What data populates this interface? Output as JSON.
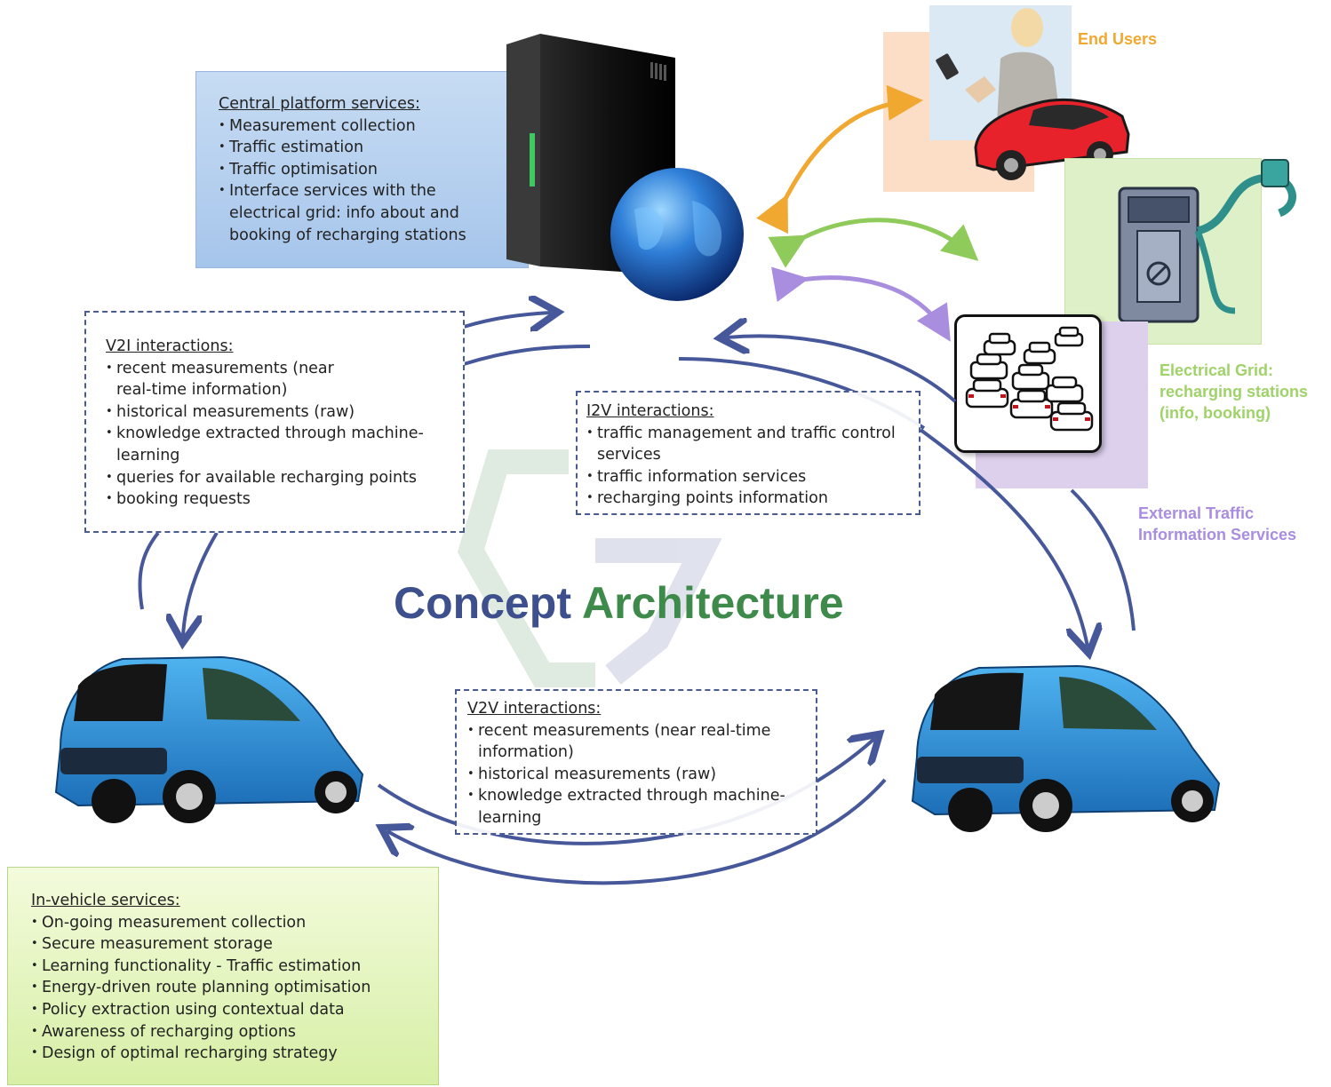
{
  "title": {
    "part1": "Concept",
    "part2": "Architecture",
    "color1": "#3d4f8c",
    "color2": "#3e8a4a"
  },
  "central_platform": {
    "header": "Central platform services:",
    "items": [
      "Measurement collection",
      "Traffic estimation",
      "Traffic optimisation",
      "Interface services with the electrical grid: info about and booking of recharging stations"
    ]
  },
  "v2i": {
    "header": "V2I interactions:",
    "items": [
      "recent measurements (near real-time information)",
      "historical measurements (raw)",
      "knowledge extracted through machine-learning",
      "queries for available recharging points",
      "booking requests"
    ]
  },
  "i2v": {
    "header": "I2V interactions:",
    "items": [
      "traffic management and traffic control services",
      "traffic information  services",
      "recharging points information"
    ]
  },
  "v2v": {
    "header": "V2V interactions:",
    "items": [
      "recent measurements (near real-time information)",
      "historical measurements (raw)",
      "knowledge extracted through machine-learning"
    ]
  },
  "in_vehicle": {
    "header": "In-vehicle services:",
    "items": [
      "On-going measurement collection",
      "Secure measurement storage",
      "Learning functionality - Traffic estimation",
      "Energy-driven route planning optimisation",
      "Policy extraction using contextual data",
      "Awareness of recharging options",
      "Design of optimal recharging strategy"
    ]
  },
  "external": {
    "end_users": "End Users",
    "electrical_grid_1": "Electrical Grid:",
    "electrical_grid_2": "recharging stations",
    "electrical_grid_3": "(info, booking)",
    "traffic_info_1": "External Traffic",
    "traffic_info_2": "Information Services"
  },
  "colors": {
    "arrow_blue": "#46579a",
    "arrow_orange": "#f0a830",
    "arrow_green": "#8ecb5a",
    "arrow_purple": "#a98ee0",
    "end_users_text": "#f0a830",
    "grid_text": "#9fd36a",
    "traffic_text": "#a98ee0"
  },
  "icons": [
    "server-icon",
    "globe-icon",
    "phone-user-icon",
    "red-car-icon",
    "charging-station-icon",
    "traffic-jam-icon",
    "blue-car-icon"
  ]
}
